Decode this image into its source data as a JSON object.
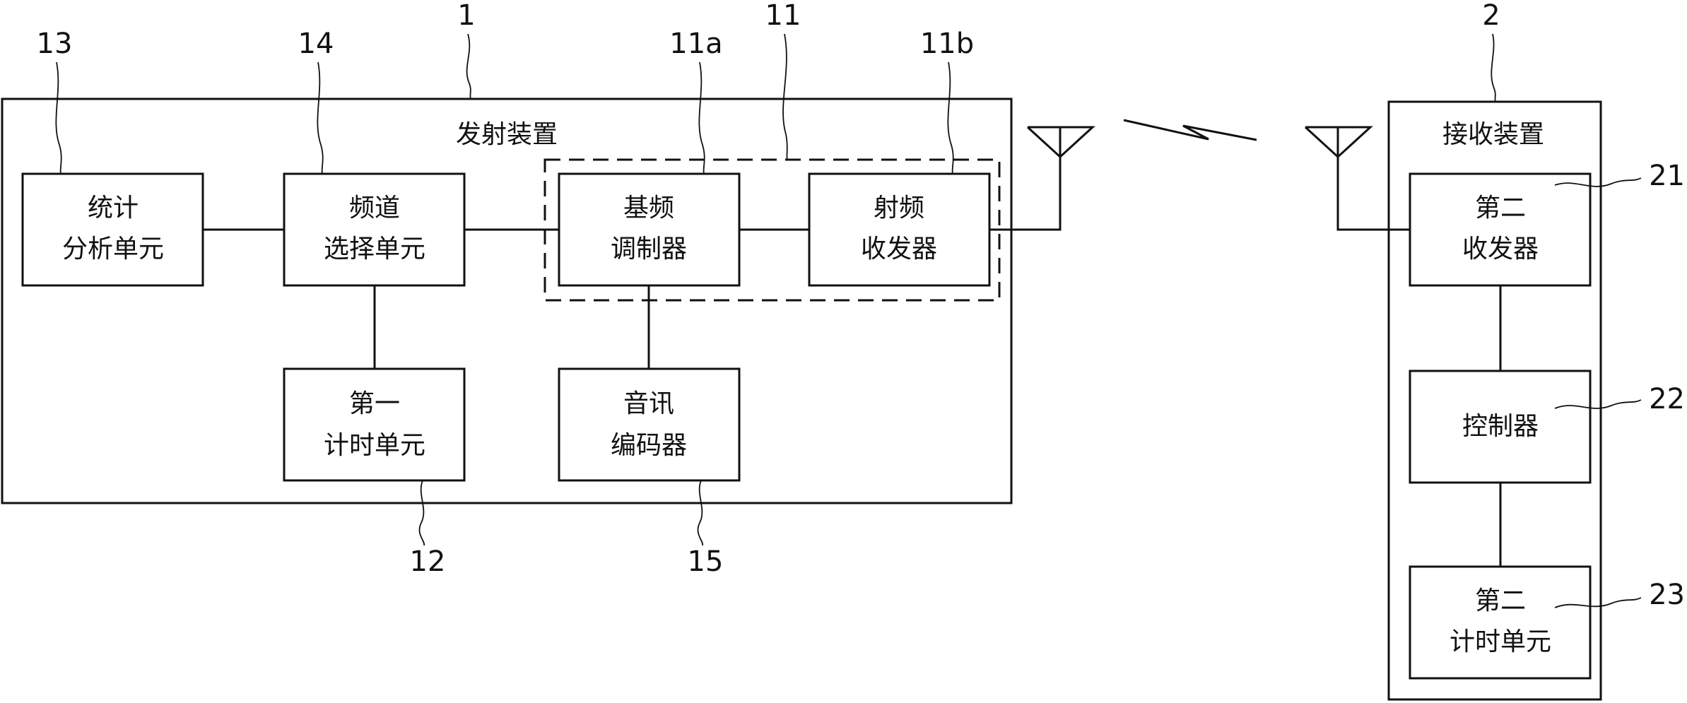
{
  "transmitter": {
    "title": "发射装置",
    "ref": "1",
    "blocks": {
      "stats": {
        "line1": "统计",
        "line2": "分析单元",
        "ref": "13"
      },
      "channel": {
        "line1": "频道",
        "line2": "选择单元",
        "ref": "14"
      },
      "transceiver_group": {
        "ref": "11"
      },
      "baseband": {
        "line1": "基频",
        "line2": "调制器",
        "ref": "11a"
      },
      "rf": {
        "line1": "射频",
        "line2": "收发器",
        "ref": "11b"
      },
      "timer1": {
        "line1": "第一",
        "line2": "计时单元",
        "ref": "12"
      },
      "audio": {
        "line1": "音讯",
        "line2": "编码器",
        "ref": "15"
      }
    }
  },
  "receiver": {
    "title": "接收装置",
    "ref": "2",
    "blocks": {
      "transceiver2": {
        "line1": "第二",
        "line2": "收发器",
        "ref": "21"
      },
      "controller": {
        "line1": "控制器",
        "ref": "22"
      },
      "timer2": {
        "line1": "第二",
        "line2": "计时单元",
        "ref": "23"
      }
    }
  },
  "icons": {
    "tx_antenna": "antenna-icon",
    "rx_antenna": "antenna-icon",
    "wireless_link": "lightning-link-icon"
  }
}
